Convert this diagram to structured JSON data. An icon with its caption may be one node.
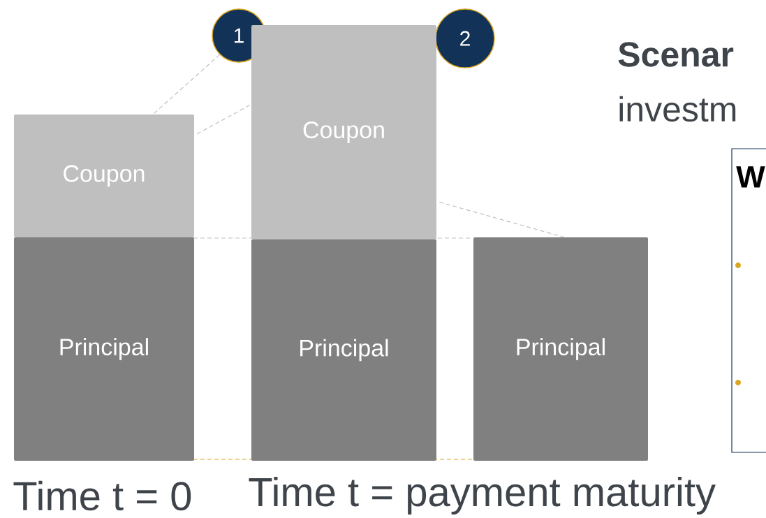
{
  "diagram": {
    "nodes": [
      {
        "text": [
          "1"
        ]
      },
      {
        "text": [
          "2"
        ]
      },
      {
        "text": [
          "Coupon"
        ]
      },
      {
        "text": [
          "Principal"
        ]
      },
      {
        "text": [
          "Coupon"
        ]
      },
      {
        "text": [
          "Principal"
        ]
      },
      {
        "text": [
          "Principal"
        ]
      },
      {
        "text": [
          "W"
        ]
      }
    ],
    "edges": [
      {
        "from": 0,
        "to": 2,
        "arrow": "none",
        "style": "dashed"
      },
      {
        "from": 2,
        "to": 4,
        "arrow": "none",
        "style": "dashed"
      },
      {
        "from": 4,
        "to": 6,
        "arrow": "none",
        "style": "dashed"
      }
    ],
    "labels": [
      "Scenar",
      "investm",
      "Time t = 0",
      "Time t = payment maturity"
    ]
  }
}
